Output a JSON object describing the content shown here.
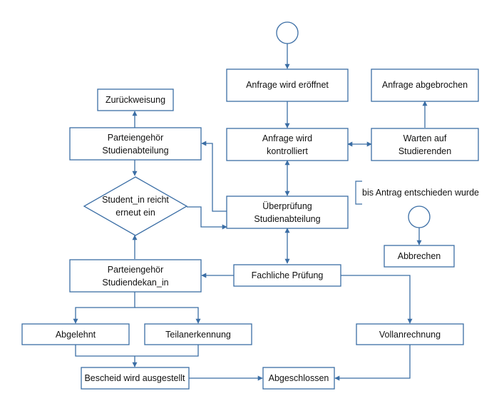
{
  "diagram": {
    "nodes": {
      "anfrage_eroeffnet": [
        "Anfrage wird eröffnet"
      ],
      "anfrage_abgebrochen": [
        "Anfrage abgebrochen"
      ],
      "zurueckweisung": [
        "Zurückweisung"
      ],
      "parteiengehoer_sa": [
        "Parteiengehör",
        "Studienabteilung"
      ],
      "anfrage_kontrolliert": [
        "Anfrage wird",
        "kontrolliert"
      ],
      "warten": [
        "Warten auf",
        "Studierenden"
      ],
      "student_reicht": [
        "Student_in reicht",
        "erneut ein"
      ],
      "ueberpruefung": [
        "Überprüfung",
        "Studienabteilung"
      ],
      "abbrechen": [
        "Abbrechen"
      ],
      "parteiengehoer_sd": [
        "Parteiengehör",
        "Studiendekan_in"
      ],
      "fachliche_pruefung": [
        "Fachliche Prüfung"
      ],
      "abgelehnt": [
        "Abgelehnt"
      ],
      "teilanerkennung": [
        "Teilanerkennung"
      ],
      "vollanrechnung": [
        "Vollanrechnung"
      ],
      "bescheid": [
        "Bescheid wird ausgestellt"
      ],
      "abgeschlossen": [
        "Abgeschlossen"
      ]
    },
    "annotation": "bis Antrag entschieden wurde",
    "colors": {
      "stroke": "#3b6ea5",
      "text": "#111111",
      "background": "#ffffff"
    }
  }
}
